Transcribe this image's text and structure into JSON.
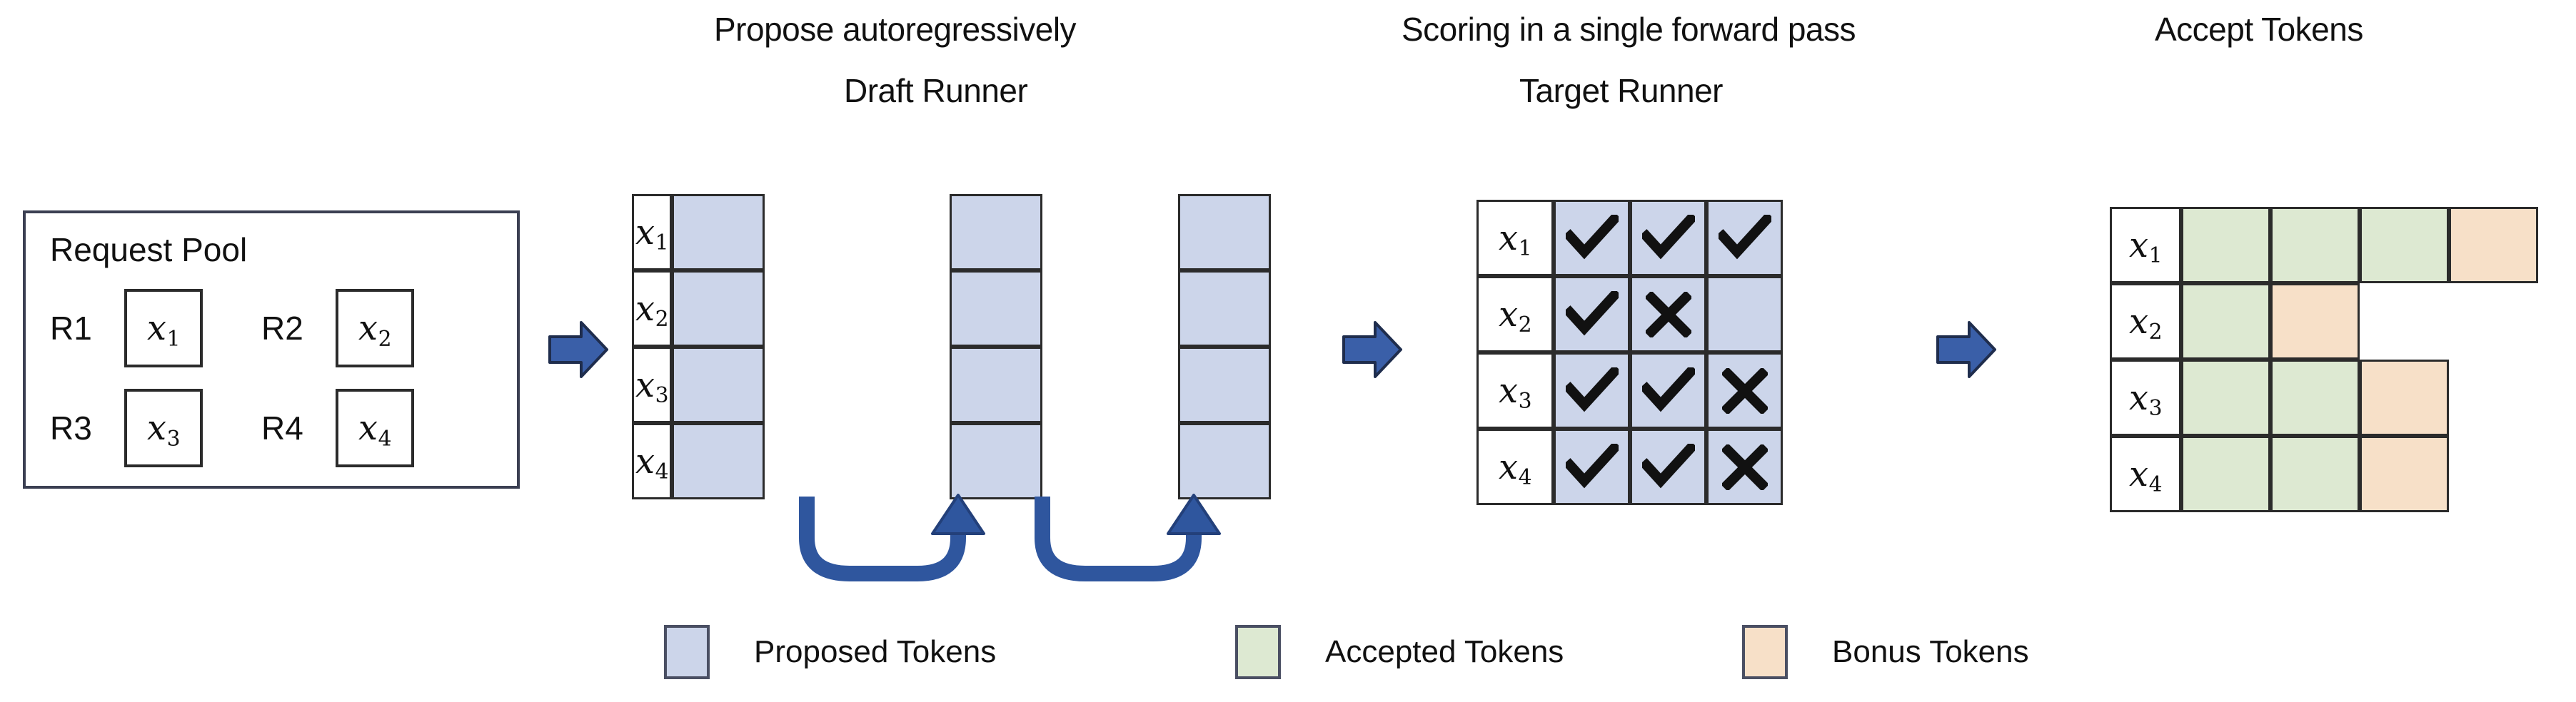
{
  "headings": {
    "propose": "Propose autoregressively",
    "draft_runner": "Draft Runner",
    "scoring": "Scoring in a single forward pass",
    "target_runner": "Target Runner",
    "accept": "Accept Tokens"
  },
  "request_pool": {
    "title": "Request Pool",
    "requests": [
      {
        "label": "R1",
        "token": "x",
        "sub": "1"
      },
      {
        "label": "R2",
        "token": "x",
        "sub": "2"
      },
      {
        "label": "R3",
        "token": "x",
        "sub": "3"
      },
      {
        "label": "R4",
        "token": "x",
        "sub": "4"
      }
    ]
  },
  "draft_runner": {
    "row_labels": [
      {
        "token": "x",
        "sub": "1"
      },
      {
        "token": "x",
        "sub": "2"
      },
      {
        "token": "x",
        "sub": "3"
      },
      {
        "token": "x",
        "sub": "4"
      }
    ],
    "steps": 3,
    "cell_fill": "proposed"
  },
  "target_runner": {
    "row_labels": [
      {
        "token": "x",
        "sub": "1"
      },
      {
        "token": "x",
        "sub": "2"
      },
      {
        "token": "x",
        "sub": "3"
      },
      {
        "token": "x",
        "sub": "4"
      }
    ],
    "marks": [
      [
        "check",
        "check",
        "check"
      ],
      [
        "check",
        "cross",
        "none"
      ],
      [
        "check",
        "check",
        "cross"
      ],
      [
        "check",
        "check",
        "cross"
      ]
    ]
  },
  "accept_tokens": {
    "row_labels": [
      {
        "token": "x",
        "sub": "1"
      },
      {
        "token": "x",
        "sub": "2"
      },
      {
        "token": "x",
        "sub": "3"
      },
      {
        "token": "x",
        "sub": "4"
      }
    ],
    "cells": [
      [
        "accepted",
        "accepted",
        "accepted",
        "bonus"
      ],
      [
        "accepted",
        "bonus",
        "none",
        "none"
      ],
      [
        "accepted",
        "accepted",
        "bonus",
        "none"
      ],
      [
        "accepted",
        "accepted",
        "bonus",
        "none"
      ]
    ]
  },
  "legend": [
    {
      "swatch": "proposed",
      "label": "Proposed Tokens"
    },
    {
      "swatch": "accepted",
      "label": "Accepted Tokens"
    },
    {
      "swatch": "bonus",
      "label": "Bonus Tokens"
    }
  ],
  "colors": {
    "proposed": "#ccd5ea",
    "accepted": "#dde9d2",
    "bonus": "#f7e0c8",
    "arrow_blue": "#3a5fa8",
    "arrow_blue_dark": "#2b4884",
    "stroke": "#2b2b2b"
  },
  "icons": {
    "check": "check-icon",
    "cross": "cross-icon",
    "flow_arrow": "right-block-arrow-icon",
    "loop_arrow": "u-turn-arrow-icon"
  }
}
